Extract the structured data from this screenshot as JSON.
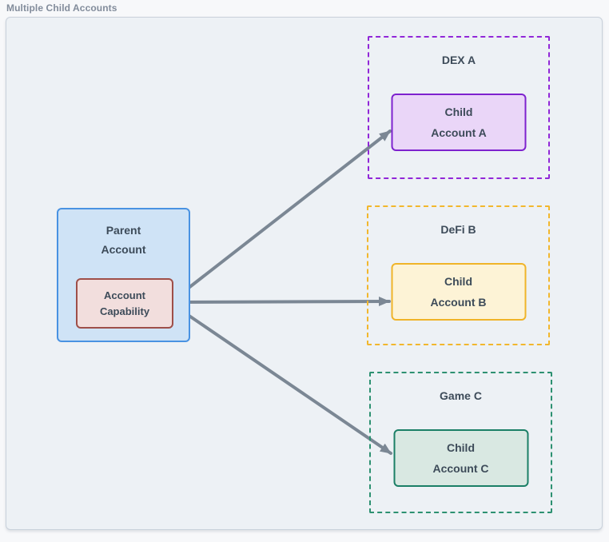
{
  "page": {
    "title": "Multiple Child Accounts"
  },
  "parent_account": {
    "label": "Parent\nAccount",
    "capability": {
      "label": "Account\nCapability"
    }
  },
  "environments": [
    {
      "name": "DEX A",
      "child": "Child\nAccount A",
      "accent": "#9127d8",
      "child_border": "#7e22ce",
      "child_fill": "#ead6f8"
    },
    {
      "name": "DeFi B",
      "child": "Child\nAccount B",
      "accent": "#f2b72d",
      "child_border": "#f0b429",
      "child_fill": "#fdf3d6"
    },
    {
      "name": "Game C",
      "child": "Child\nAccount C",
      "accent": "#2d9171",
      "child_border": "#1b7f66",
      "child_fill": "#d9e8e2"
    }
  ],
  "colors": {
    "canvas_fill": "#edf1f5",
    "canvas_border": "#c9d1db",
    "parent_fill": "#cfe3f6",
    "parent_border": "#4992e2",
    "capability_fill": "#f2dedd",
    "capability_border": "#9e4f49",
    "arrow": "#7b8794",
    "text": "#3d4b59",
    "title_text": "#828c9b"
  }
}
